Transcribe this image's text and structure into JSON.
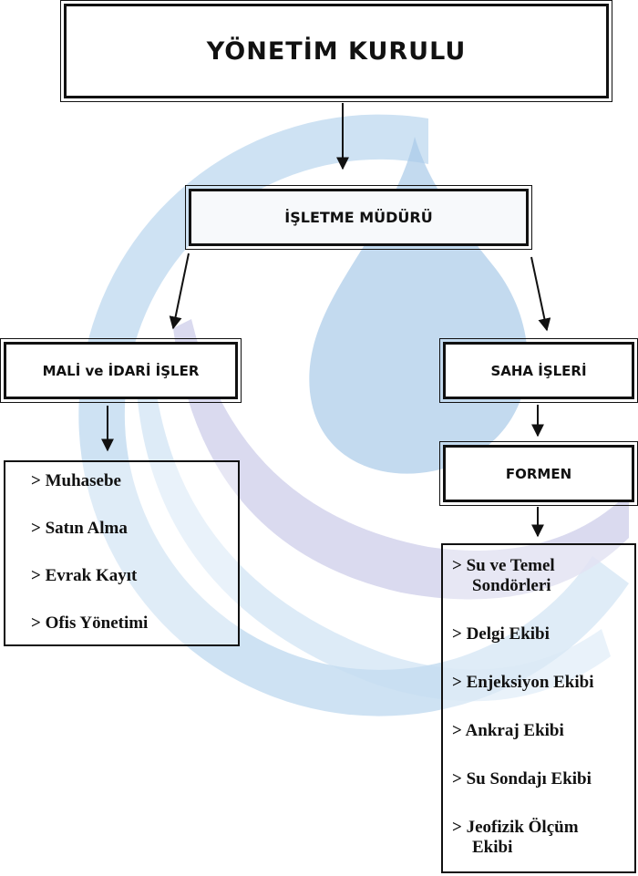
{
  "board": {
    "title": "YÖNETİM KURULU"
  },
  "manager": {
    "title": "İŞLETME MÜDÜRÜ"
  },
  "admin": {
    "title": "MALİ ve İDARİ İŞLER",
    "items": [
      "> Muhasebe",
      "> Satın Alma",
      "> Evrak Kayıt",
      "> Ofis Yönetimi"
    ]
  },
  "field": {
    "title": "SAHA İŞLERİ",
    "foreman": "FORMEN",
    "items": [
      {
        "line1": "> Su ve Temel",
        "line2": "Sondörleri"
      },
      {
        "line1": "> Delgi Ekibi"
      },
      {
        "line1": "> Enjeksiyon Ekibi"
      },
      {
        "line1": "> Ankraj Ekibi"
      },
      {
        "line1": "> Su Sondajı Ekibi"
      },
      {
        "line1": "> Jeofizik Ölçüm",
        "line2": "Ekibi"
      }
    ]
  },
  "colors": {
    "watermark_light": "#c6ddf1",
    "watermark_mid": "#a9cbe8",
    "watermark_purple": "#d3d4ec"
  }
}
